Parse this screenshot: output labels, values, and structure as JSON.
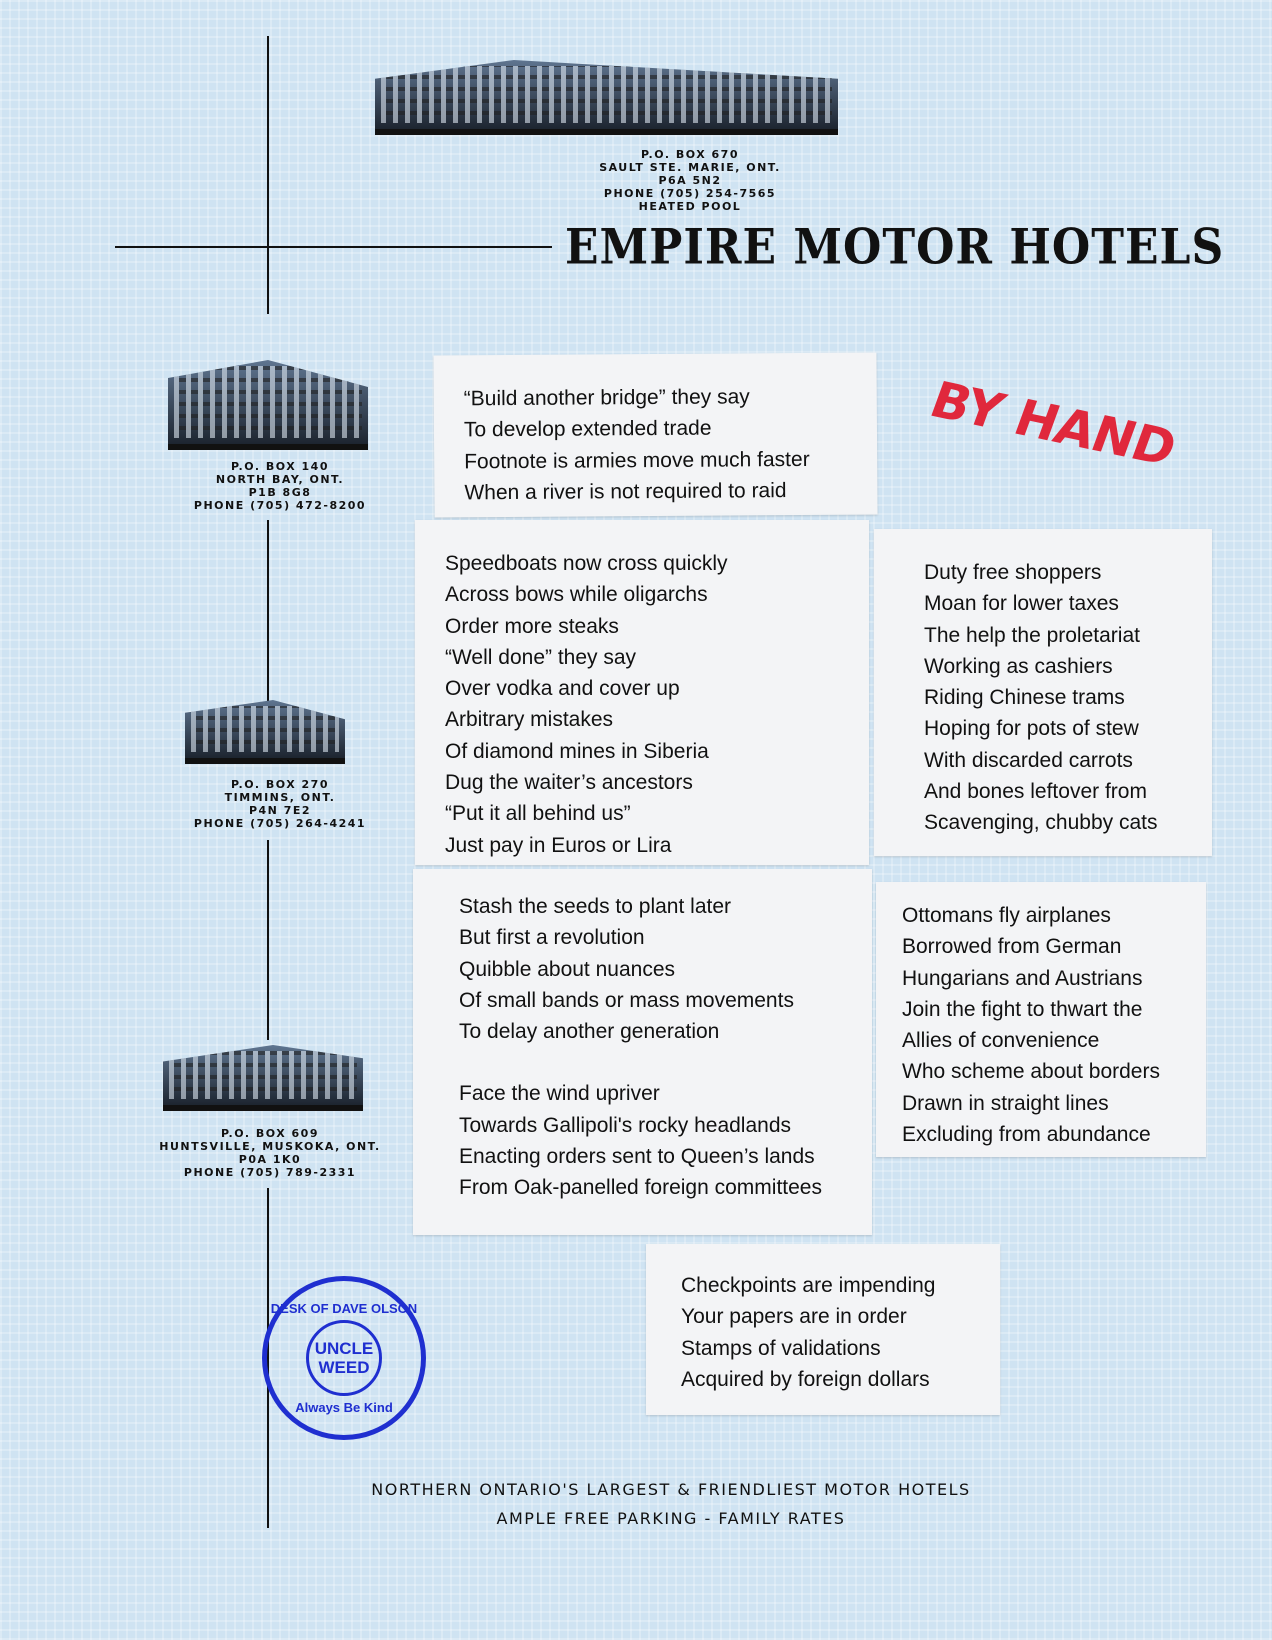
{
  "letterhead": {
    "title": "EMPIRE MOTOR HOTELS",
    "main_address": [
      "P.O. BOX 670",
      "SAULT STE. MARIE, ONT.",
      "P6A 5N2",
      "PHONE (705) 254-7565",
      "HEATED POOL"
    ],
    "locations": [
      {
        "lines": [
          "P.O. BOX 140",
          "NORTH BAY, ONT.",
          "P1B 8G8",
          "PHONE (705) 472-8200"
        ]
      },
      {
        "lines": [
          "P.O. BOX 270",
          "TIMMINS, ONT.",
          "P4N 7E2",
          "PHONE (705) 264-4241"
        ]
      },
      {
        "lines": [
          "P.O. BOX 609",
          "HUNTSVILLE, MUSKOKA, ONT.",
          "P0A 1K0",
          "PHONE (705) 789-2331"
        ]
      }
    ],
    "footer": [
      "NORTHERN ONTARIO'S LARGEST & FRIENDLIEST MOTOR HOTELS",
      "AMPLE FREE PARKING - FAMILY RATES"
    ]
  },
  "stamp_by_hand": "BY HAND",
  "stamp_circle": {
    "outer": "DESK OF DAVE OLSON",
    "inner": [
      "UNCLE",
      "WEED"
    ],
    "bottom": "Always Be Kind"
  },
  "poems": [
    [
      "“Build another bridge” they say",
      "To develop extended trade",
      "Footnote is armies move much faster",
      "When a river is not required to raid"
    ],
    [
      "Speedboats now cross quickly",
      "Across bows while oligarchs",
      "Order more steaks",
      "“Well done” they say",
      "Over vodka and cover up",
      "Arbitrary mistakes",
      "Of diamond mines in Siberia",
      "Dug the waiter’s ancestors",
      "“Put it all behind us”",
      "Just pay in Euros or Lira"
    ],
    [
      "Duty free shoppers",
      "Moan for lower taxes",
      "The help the proletariat",
      "Working as cashiers",
      "Riding Chinese trams",
      "Hoping for pots of stew",
      "With discarded carrots",
      "And bones leftover from",
      "Scavenging, chubby cats"
    ],
    [
      "Stash the seeds to plant later",
      "But first a revolution",
      "Quibble about nuances",
      "Of small bands or mass movements",
      "To delay another generation",
      "",
      "Face the wind upriver",
      "Towards Gallipoli's rocky headlands",
      "Enacting orders sent to Queen’s lands",
      "From Oak-panelled foreign committees"
    ],
    [
      "Ottomans fly airplanes",
      "Borrowed from German",
      "Hungarians and Austrians",
      "Join the fight to thwart the",
      "Allies of convenience",
      "Who scheme about borders",
      "Drawn in straight lines",
      "Excluding from abundance"
    ],
    [
      "Checkpoints are impending",
      "Your papers are in order",
      "Stamps of validations",
      "Acquired by foreign dollars"
    ]
  ]
}
